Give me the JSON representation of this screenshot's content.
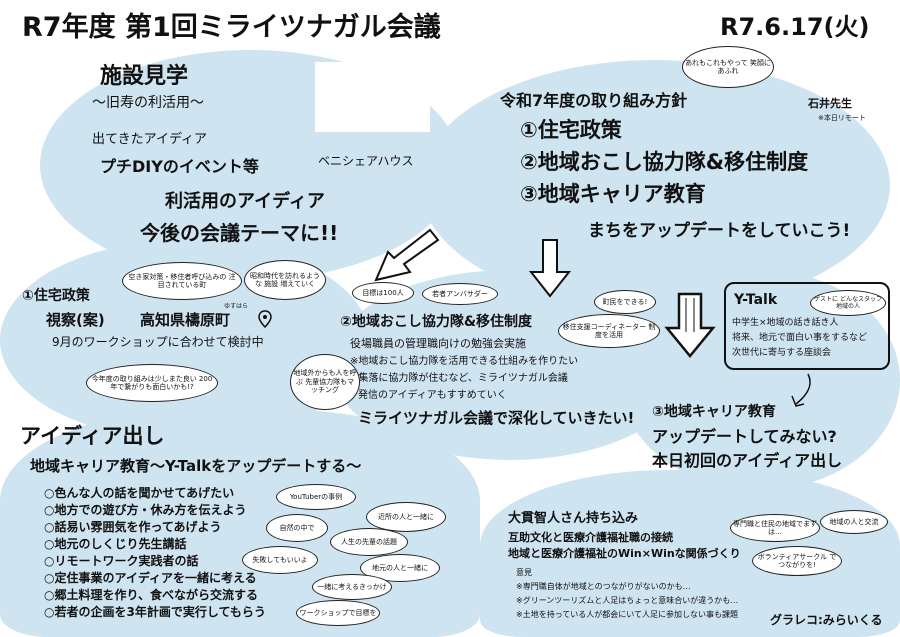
{
  "header": {
    "title": "R7年度 第1回ミライツナガル会議",
    "date": "R7.6.17(火)"
  },
  "tour": {
    "title": "施設見学",
    "subtitle": "〜旧寿の利活用〜",
    "ideas_label": "出てきたアイディア",
    "idea1": "プチDIYのイベント等",
    "idea2": "ベニシェアハウス",
    "utilize1": "利活用のアイディア",
    "utilize2": "今後の会議テーマに!!"
  },
  "policy": {
    "heading": "令和7年度の取り組み方針",
    "items": [
      "①住宅政策",
      "②地域おこし協力隊&移住制度",
      "③地域キャリア教育"
    ],
    "slogan": "まちをアップデートをしていこう!",
    "speaker": "石井先生",
    "speaker_note": "※本日リモート",
    "speaker_bubble": "あれもこれもやって 笑顔にあふれ"
  },
  "housing": {
    "heading": "①住宅政策",
    "case_label": "視察(案)",
    "case_place": "高知県檮原町",
    "case_reading": "ゆすはら",
    "plan": "9月のワークショップに合わせて検討中",
    "bubble1": "空き家対策・移住者呼び込みの 注目されている町",
    "bubble2": "昭和時代を訪れるような 施設 増えていく",
    "bubble3": "今年度の取り組みは少しまた良い 200年で繋がりも面白いかも!?"
  },
  "recruit": {
    "heading": "②地域おこし協力隊&移住制度",
    "bubble_goal": "目標は100人",
    "bubble_amb": "若者アンバサダー",
    "bubble_town": "町民をできる!",
    "bubble_coord": "移住支援コーディネーター 制度を活用",
    "line1": "役場職員の管理職向けの勉強会実施",
    "line2": "※地域おこし協力隊を活用できる仕組みを作りたい",
    "line3": "※集落に協力隊が住むなど、ミライツナガル会議",
    "line4": "発信のアイディアもすすめていく",
    "conclusion": "ミライツナガル会議で深化していきたい!",
    "side_bubble": "地域外からも人を呼ぶ 先輩協力隊もマッチング"
  },
  "ytalk": {
    "title": "Y-Talk",
    "desc1": "中学生×地域の話き話き人",
    "desc2": "将来、地元で面白い事をするなど",
    "desc3": "次世代に寄与する座談会",
    "bubble": "ゲストに どんなスタッフ 地域の人"
  },
  "career": {
    "heading": "③地域キャリア教育",
    "line1": "アップデートしてみない?",
    "line2": "本日初回のアイディア出し"
  },
  "ideas": {
    "heading": "アイディア出し",
    "subheading": "地域キャリア教育〜Y-Talkをアップデートする〜",
    "list": [
      "○色んな人の話を聞かせてあげたい",
      "○地方での遊び方・休み方を伝えよう",
      "○話易い雰囲気を作ってあげよう",
      "○地元のしくじり先生講話",
      "○リモートワーク実践者の話",
      "○定住事業のアイディアを一緒に考える",
      "○郷土料理を作り、食べながら交流する",
      "○若者の企画を3年計画で実行してもらう"
    ],
    "bubbles": [
      "YouTuberの事例",
      "近所の人と一緒に",
      "自然の中で",
      "人生の先輩の話題",
      "失敗してもいいよ",
      "地元の人と一緒に",
      "一緒に考えるきっかけ",
      "ワークショップで目標を"
    ]
  },
  "onuki": {
    "heading": "大貫智人さん持ち込み",
    "line1": "互助文化と医療介護福祉職の接続",
    "line2": "地域と医療介護福祉のWin×Winな関係づくり",
    "opinions_label": "意見",
    "op1": "※専門職自体が地域とのつながりがないのかも…",
    "op2": "※グリーンツーリズムと人足はちょっと意味合いが違うかも…",
    "op3": "※土地を持っている人が都会にいて人足に参加しない事も課題",
    "bubble1": "専門職と住民の地域でまずは…",
    "bubble2": "ボランティアサークル でつながりを!",
    "bubble3": "地域の人と交流"
  },
  "footer": {
    "credit": "グラレコ:みらいくる"
  }
}
